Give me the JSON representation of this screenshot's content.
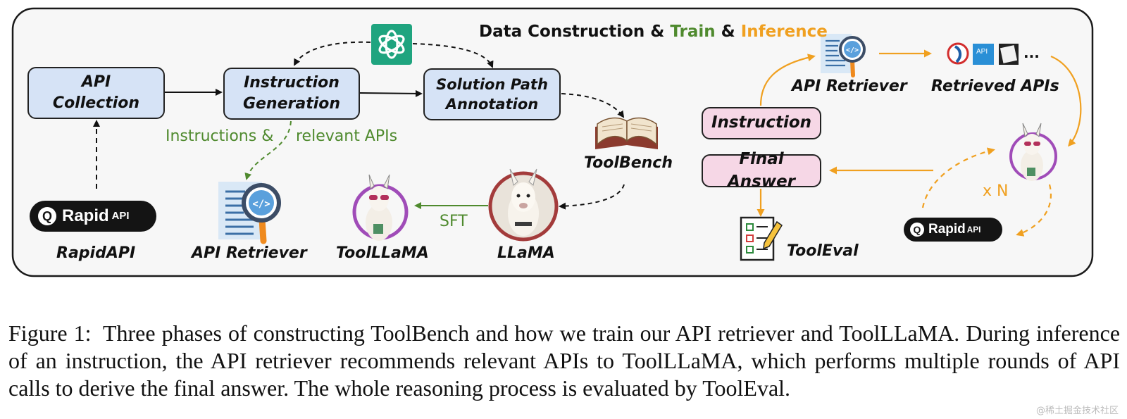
{
  "header": {
    "part1": "Data Construction &",
    "part2": " Train",
    "part3": " &",
    "part4": " Inference",
    "colors": {
      "train": "#4f8a2e",
      "inference": "#f0a020"
    }
  },
  "pipeline": {
    "api_collection": {
      "line1": "API",
      "line2": "Collection"
    },
    "instruction_generation": {
      "line1": "Instruction",
      "line2": "Generation"
    },
    "solution_path": {
      "line1": "Solution Path",
      "line2": "Annotation"
    },
    "instructions_note_left": "Instructions &",
    "instructions_note_right": "relevant APIs",
    "rapidapi_logo": {
      "word": "Rapid",
      "suffix": "API"
    },
    "rapidapi_label": "RapidAPI",
    "api_retriever_label": "API Retriever",
    "toolllama_label": "ToolLLaMA",
    "llama_label": "LLaMA",
    "toolbench_label": "ToolBench",
    "sft_label": "SFT",
    "icons": [
      "openai-logo",
      "document-magnifier",
      "open-book",
      "llama-with-sunglasses",
      "llama-portrait"
    ]
  },
  "inference": {
    "instruction": "Instruction",
    "final_answer": "Final Answer",
    "api_retriever_label": "API Retriever",
    "retrieved_apis_label": "Retrieved APIs",
    "retrieved_apis_ellipsis": "...",
    "retrieved_api_logo_text": "API",
    "times_n": "x N",
    "rapidapi_logo": {
      "word": "Rapid",
      "suffix": "API"
    },
    "tooleval_label": "ToolEval",
    "colors": {
      "flow": "#f0a020",
      "pink_box": "#f6d7e6",
      "blue_box": "#d6e3f6"
    }
  },
  "caption": {
    "figure_number": "Figure 1:",
    "text": "Three phases of constructing ToolBench and how we train our API retriever and ToolLLaMA. During inference of an instruction, the API retriever recommends relevant APIs to ToolLLaMA, which performs multiple rounds of API calls to derive the final answer. The whole reasoning process is evaluated by ToolEval."
  },
  "watermark": "@稀土掘金技术社区"
}
